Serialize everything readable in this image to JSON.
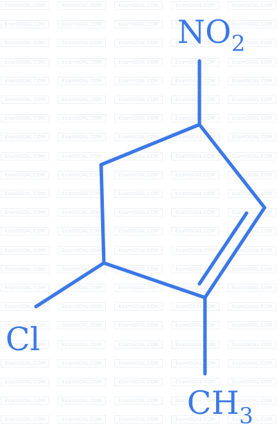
{
  "watermark": {
    "text": "ExamGOAL.COM"
  },
  "colors": {
    "structure": "#3b78e7",
    "watermark_text": "#e3e8ee"
  },
  "molecule": {
    "substituents": {
      "nitro": {
        "main": "NO",
        "subscript": "2"
      },
      "chloro": {
        "main": "Cl"
      },
      "methyl": {
        "main": "CH",
        "subscript": "3"
      }
    }
  }
}
